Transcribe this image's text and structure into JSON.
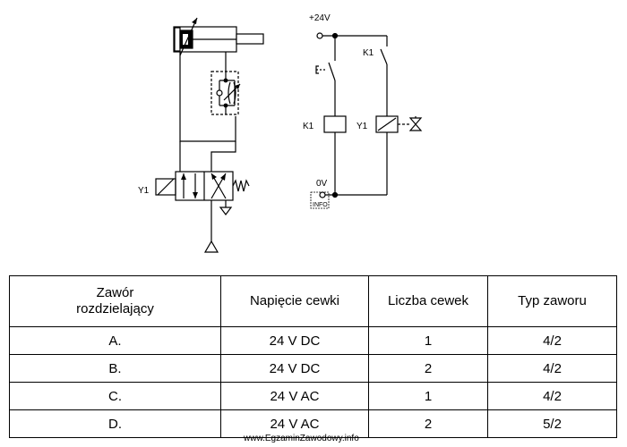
{
  "schematic": {
    "valve_coil_label": "Y1",
    "supply_label": "+24V",
    "ground_label": "0V",
    "relay_contact_label": "K1",
    "relay_coil_label": "K1",
    "solenoid_label": "Y1",
    "stamp_text": "INFO"
  },
  "table": {
    "headers": [
      "Zawór rozdzielający",
      "Napięcie cewki",
      "Liczba cewek",
      "Typ zaworu"
    ],
    "rows": [
      {
        "option": "A.",
        "voltage": "24 V DC",
        "coils": "1",
        "type": "4/2"
      },
      {
        "option": "B.",
        "voltage": "24 V DC",
        "coils": "2",
        "type": "4/2"
      },
      {
        "option": "C.",
        "voltage": "24 V AC",
        "coils": "1",
        "type": "4/2"
      },
      {
        "option": "D.",
        "voltage": "24 V AC",
        "coils": "2",
        "type": "5/2"
      }
    ]
  },
  "footer": {
    "watermark": "www.EgzaminZawodowy.info"
  }
}
